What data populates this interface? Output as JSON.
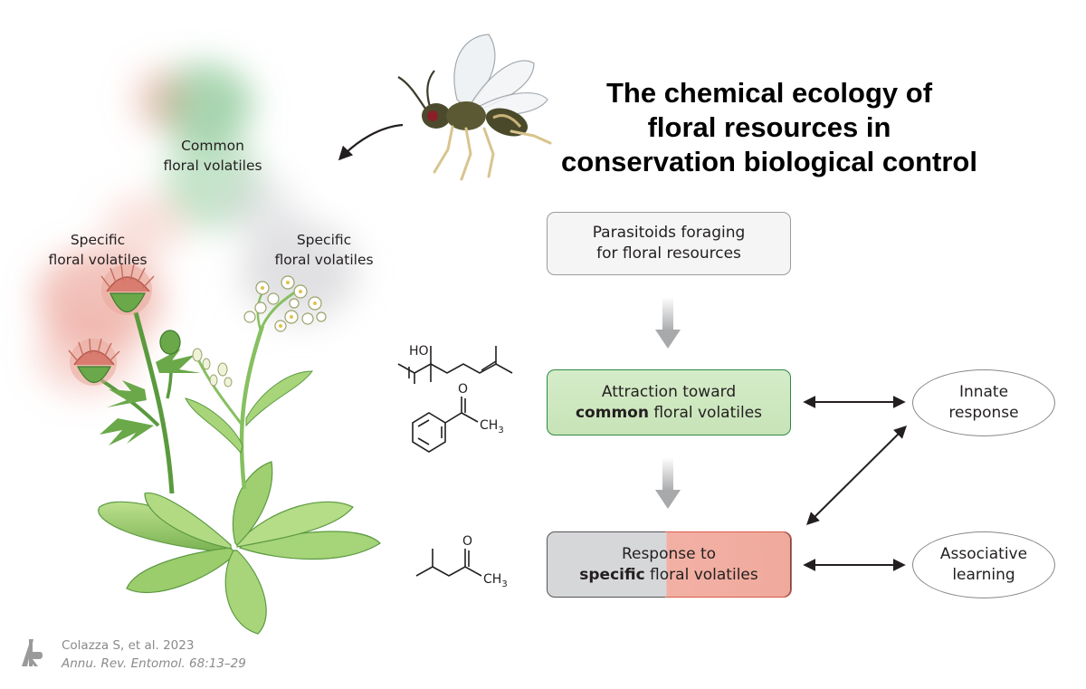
{
  "title": {
    "line1": "The chemical ecology of",
    "line2": "floral resources in",
    "line3": "conservation biological control"
  },
  "labels": {
    "common_volatiles": [
      "Common",
      "floral volatiles"
    ],
    "specific_left": [
      "Specific",
      "floral volatiles"
    ],
    "specific_right": [
      "Specific",
      "floral volatiles"
    ]
  },
  "boxes": {
    "foraging": [
      "Parasitoids foraging",
      "for floral resources"
    ],
    "attraction": {
      "line1": "Attraction toward",
      "bold": "common",
      "rest": " floral volatiles"
    },
    "response": {
      "line1": "Response to",
      "bold": "specific",
      "rest": " floral volatiles"
    }
  },
  "outcomes": {
    "innate": [
      "Innate",
      "response"
    ],
    "associative": [
      "Associative",
      "learning"
    ]
  },
  "chemistry": {
    "linalool_oh": "HO",
    "acetophenone_o": "O",
    "acetophenone_ch": "CH",
    "acetophenone_sub": "3",
    "ketone_o": "O",
    "ketone_ch": "CH",
    "ketone_sub": "3"
  },
  "citation": {
    "authors": "Colazza S, et al. 2023",
    "journal": "Annu. Rev. Entomol. 68:13–29"
  },
  "colors": {
    "common_green": "#5fb36f",
    "specific_red": "#e88f82",
    "box_green_fill": "#cfe8c2",
    "box_green_border": "#2f8a43",
    "box_red_fill": "#f2b0a4",
    "box_red_border": "#d95c4b",
    "flow_arrow_gray": "#a8a9ab"
  }
}
